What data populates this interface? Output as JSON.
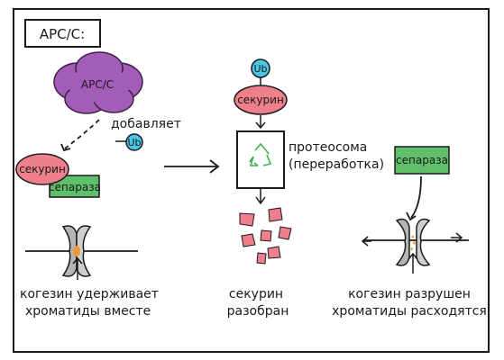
{
  "title": "APC/C:",
  "apc_label": "APC/C",
  "ub_label": "Ub",
  "adds_label": "добавляет",
  "securin_label": "секурин",
  "separase_label": "сепараза",
  "proteasome_label_line1": "протеосома",
  "proteasome_label_line2": "(переработка)",
  "left_caption_line1": "когезин удерживает",
  "left_caption_line2": "хроматиды вместе",
  "middle_caption_line1": "секурин",
  "middle_caption_line2": "разобран",
  "right_caption_line1": "когезин разрушен",
  "right_caption_line2": "хроматиды расходятся",
  "colors": {
    "apc": "#a35cb8",
    "securin": "#ef7f8b",
    "separase": "#5fbf6a",
    "ub": "#4cc6e6",
    "fragments": "#ef7f8b",
    "cohesin": "#f29a3a",
    "recycle": "#3db04b"
  }
}
